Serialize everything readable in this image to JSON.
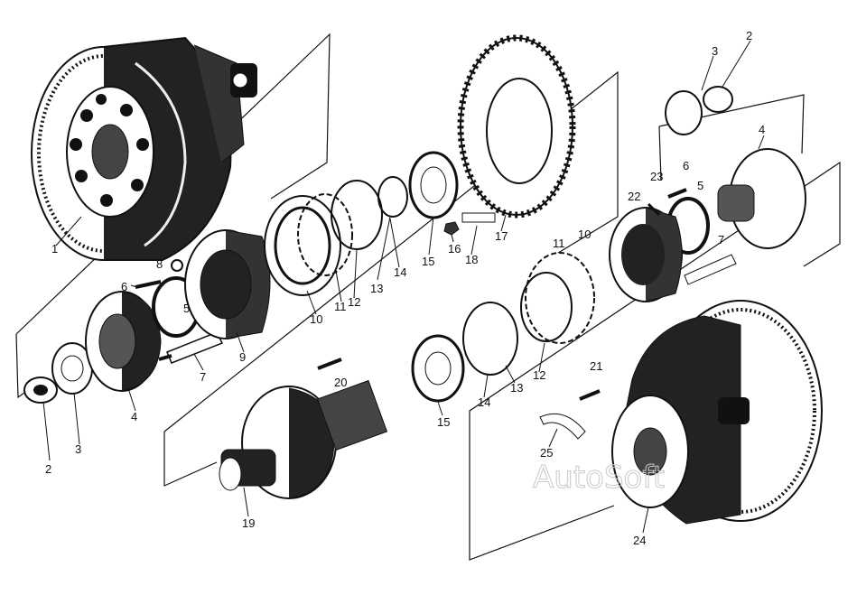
{
  "diagram": {
    "part_numbers": [
      "1",
      "2",
      "3",
      "4",
      "5",
      "6",
      "7",
      "8",
      "9",
      "10",
      "11",
      "12",
      "13",
      "14",
      "15",
      "16",
      "17",
      "18",
      "19",
      "20",
      "21",
      "22",
      "23",
      "24",
      "25"
    ],
    "watermark": "AutoSoft"
  }
}
